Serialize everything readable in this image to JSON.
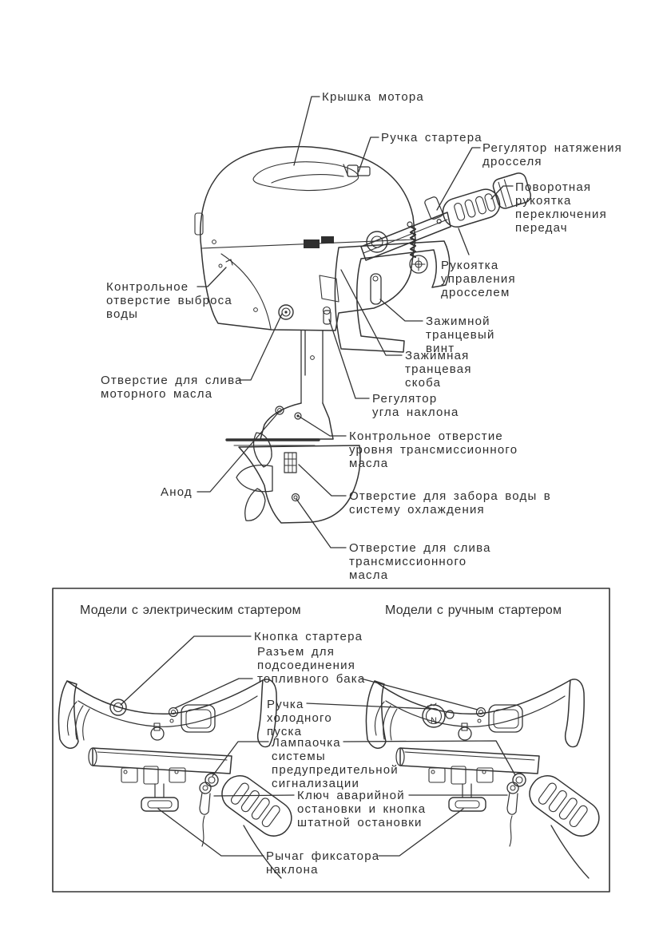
{
  "ink": "#333333",
  "figure": {
    "top_labels": [
      {
        "id": "engine-cover",
        "text": "Крышка мотора"
      },
      {
        "id": "starter-handle",
        "text": "Ручка стартера"
      },
      {
        "id": "throttle-tension-adjuster",
        "text": "Регулятор натяжения\nдросселя"
      },
      {
        "id": "gear-shift-twist-grip",
        "text": "Поворотная\nрукоятка\nпереключения\nпередач"
      },
      {
        "id": "throttle-control-grip",
        "text": "Рукоятка\nуправления\nдросселем"
      },
      {
        "id": "transom-clamp-screw",
        "text": "Зажимной\nтранцевый\nвинт"
      },
      {
        "id": "transom-clamp-bracket",
        "text": "Зажимная\nтранцевая\nскоба"
      },
      {
        "id": "tilt-angle-adjuster",
        "text": "Регулятор\nугла наклона"
      },
      {
        "id": "water-outlet-check-hole",
        "text": "Контрольное\nотверстие выброса\nводы"
      },
      {
        "id": "engine-oil-drain-hole",
        "text": "Отверстие для слива\nмоторного масла"
      },
      {
        "id": "gear-oil-level-hole",
        "text": "Контрольное отверстие\nуровня трансмиссионного\nмасла"
      },
      {
        "id": "anode",
        "text": "Анод"
      },
      {
        "id": "cooling-water-intake",
        "text": "Отверстие для забора воды в\nсистему охлаждения"
      },
      {
        "id": "gear-oil-drain-hole",
        "text": "Отверстие для слива\nтрансмиссионного\nмасла"
      }
    ],
    "panel": {
      "electric_title": "Модели с электрическим стартером",
      "manual_title": "Модели с ручным стартером",
      "n_marking": "N",
      "labels": [
        {
          "id": "starter-button",
          "text": "Кнопка стартера"
        },
        {
          "id": "fuel-tank-connector",
          "text": "Разъем для\nподсоединения\nтопливного бака"
        },
        {
          "id": "cold-start-knob",
          "text": "Ручка\nхолодного\nпуска"
        },
        {
          "id": "warning-lamp",
          "text": "Лампаочка\nсистемы\nпредупредительной\nсигнализации"
        },
        {
          "id": "stop-key",
          "text": "Ключ аварийной\nостановки и кнопка\nштатной остановки"
        },
        {
          "id": "tilt-lock-lever",
          "text": "Рычаг фиксатора\nнаклона"
        }
      ]
    }
  }
}
